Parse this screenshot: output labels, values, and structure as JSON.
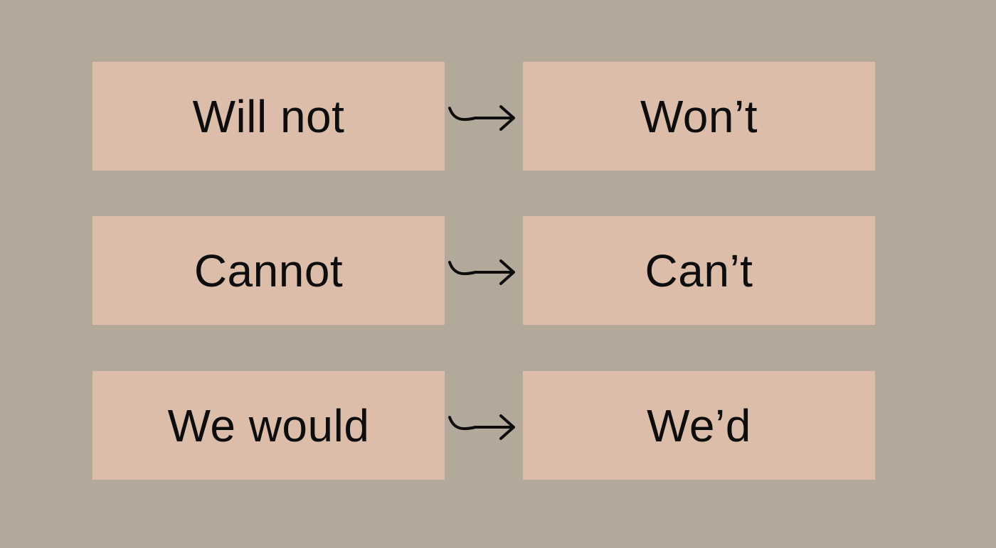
{
  "pairs": [
    {
      "full": "Will not",
      "contraction": "Won’t"
    },
    {
      "full": "Cannot",
      "contraction": "Can’t"
    },
    {
      "full": "We would",
      "contraction": "We’d"
    }
  ],
  "colors": {
    "background": "#b2a99b",
    "box": "#dbbda9",
    "text": "#0d0d0d"
  },
  "icons": {
    "arrow": "hook-arrow-right-icon"
  }
}
